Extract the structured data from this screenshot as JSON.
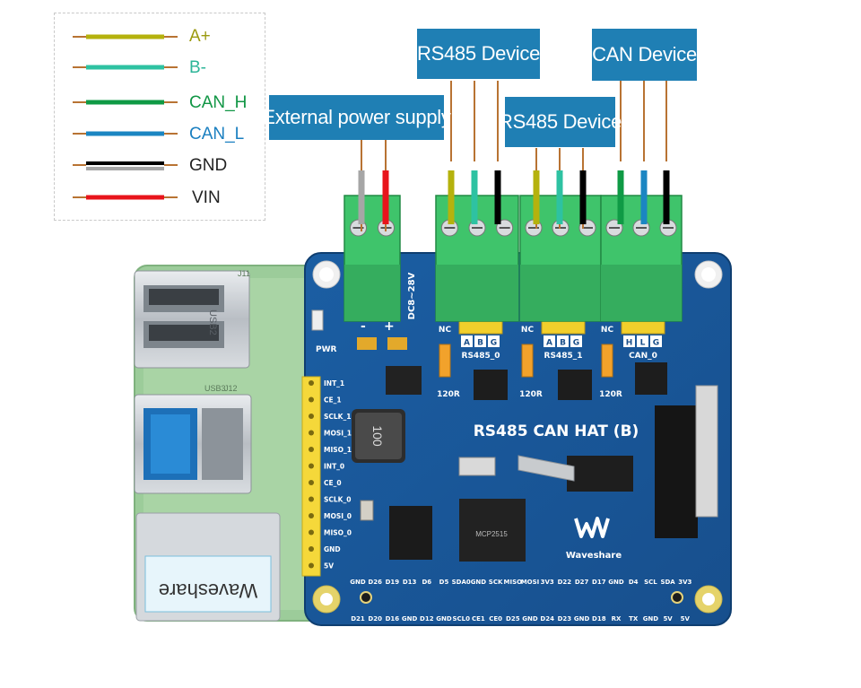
{
  "legend": {
    "items": [
      {
        "label": "A+",
        "color": "#b5b20d",
        "label_color": "#9b9a10"
      },
      {
        "label": "B-",
        "color": "#2ec2a2",
        "label_color": "#2db598"
      },
      {
        "label": "CAN_H",
        "color": "#0f9a45",
        "label_color": "#119645"
      },
      {
        "label": "CAN_L",
        "color": "#1b86c2",
        "label_color": "#1a7fc0"
      },
      {
        "label": "GND",
        "color": "#000000",
        "label_color": "#222222"
      },
      {
        "label": "VIN",
        "color": "#e8141b",
        "label_color": "#222222"
      }
    ]
  },
  "callouts": {
    "power": "External power supply",
    "rs485_a": "RS485 Device",
    "rs485_b": "RS485 Device",
    "can": "CAN Device"
  },
  "board": {
    "title": "RS485 CAN HAT (B)",
    "brand": "Waveshare",
    "voltage": "DC8~28V",
    "pwr": "PWR",
    "polarity_minus": "-",
    "polarity_plus": "+",
    "inductor": "100",
    "chip_can": "MCP2515",
    "ports": [
      "RS485_0",
      "RS485_1",
      "CAN_0"
    ],
    "port_pins": [
      [
        "A",
        "B",
        "G"
      ],
      [
        "A",
        "B",
        "G"
      ],
      [
        "H",
        "L",
        "G"
      ]
    ],
    "nc": "NC",
    "resistor": "120R",
    "left_pins": [
      "INT_1",
      "CE_1",
      "SCLK_1",
      "MOSI_1",
      "MISO_1",
      "INT_0",
      "CE_0",
      "SCLK_0",
      "MOSI_0",
      "MISO_0",
      "GND",
      "5V"
    ],
    "top_header": [
      "GND",
      "D26",
      "D19",
      "D13",
      "D6",
      "D5",
      "SDA0",
      "GND",
      "SCK",
      "MISO",
      "MOSI",
      "3V3",
      "D22",
      "D27",
      "D17",
      "GND",
      "D4",
      "SCL",
      "SDA",
      "3V3"
    ],
    "bottom_header": [
      "D21",
      "D20",
      "D16",
      "GND",
      "D12",
      "GND",
      "SCL0",
      "CE1",
      "CE0",
      "D25",
      "GND",
      "D24",
      "D23",
      "GND",
      "D18",
      "RX",
      "TX",
      "GND",
      "5V",
      "5V"
    ]
  },
  "pi": {
    "label_usb2": "USB2",
    "label_usb3": "USB3",
    "label_j12": "J12",
    "label_j11": "J11",
    "sticker": "Waveshare"
  }
}
